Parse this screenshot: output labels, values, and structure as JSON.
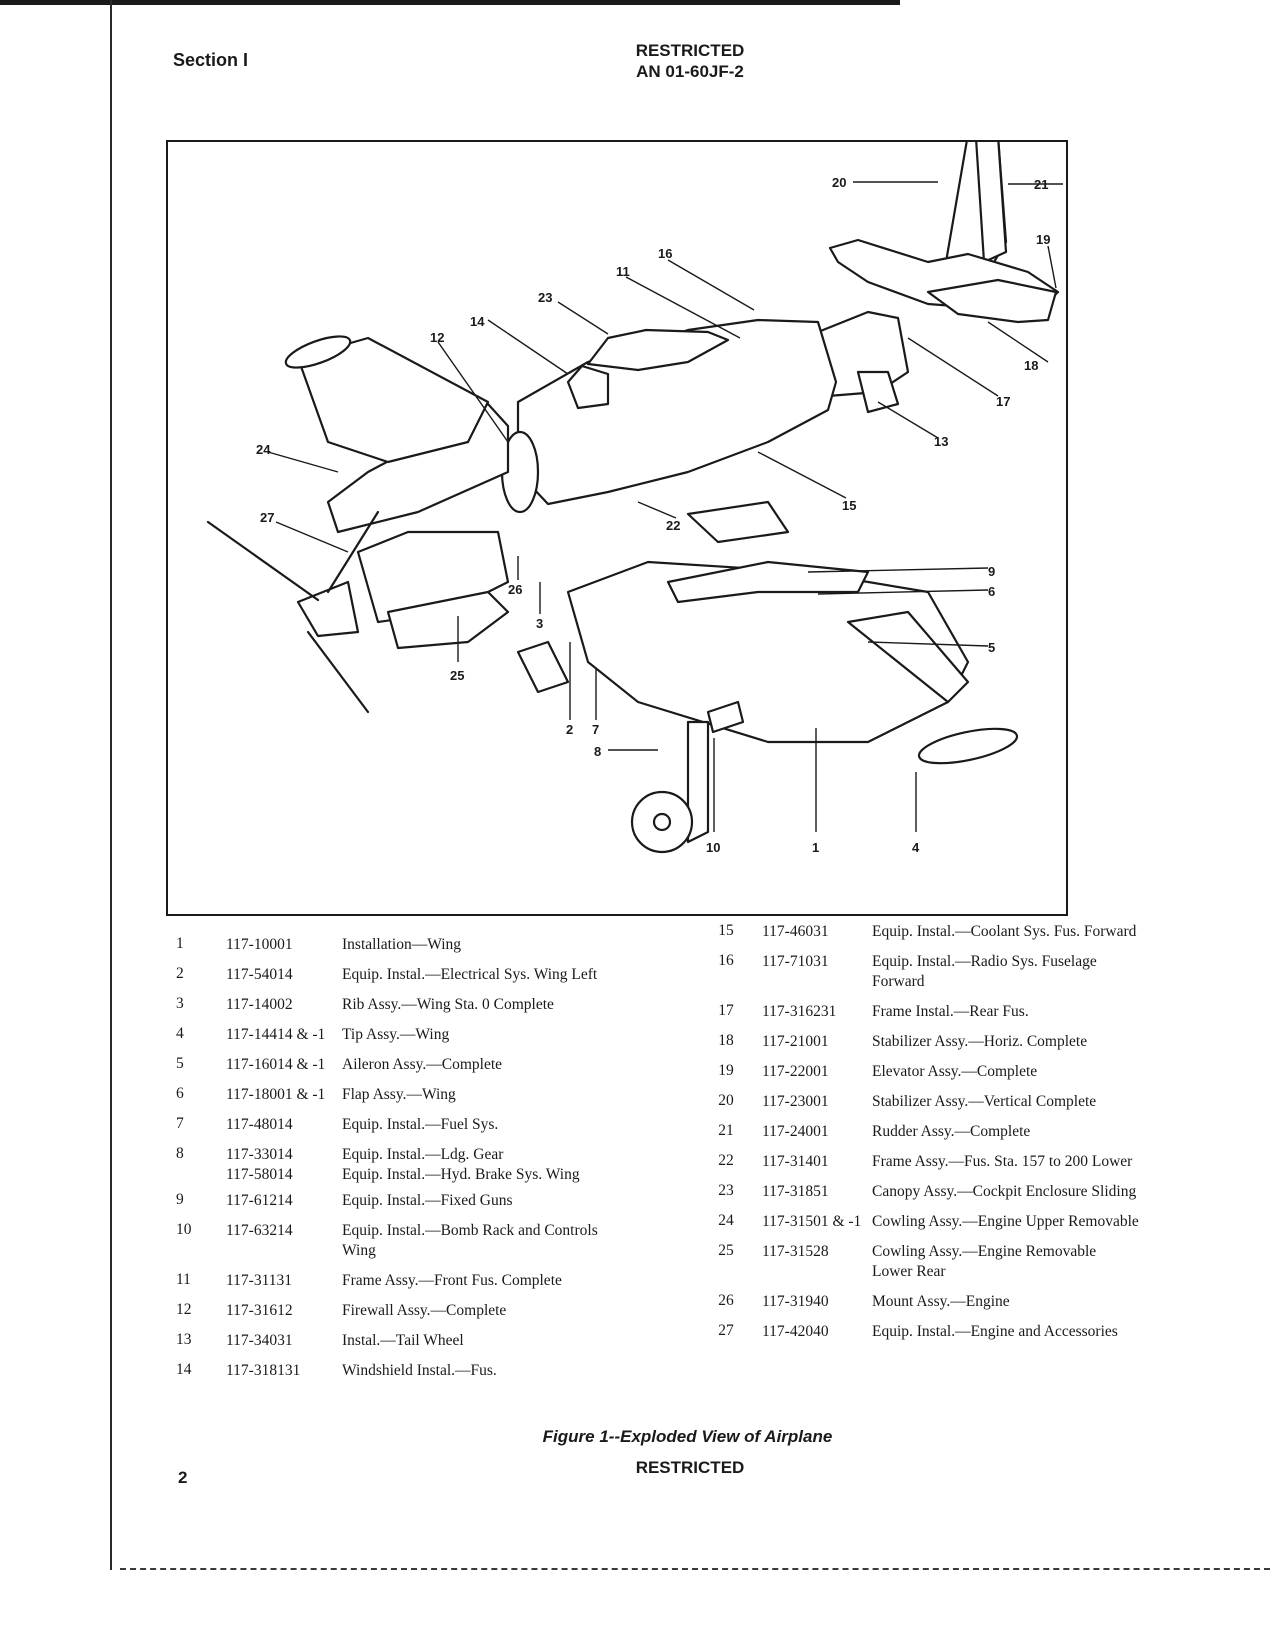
{
  "header": {
    "section": "Section I",
    "classification": "RESTRICTED",
    "doc_number": "AN 01-60JF-2"
  },
  "figure": {
    "callouts": [
      "20",
      "21",
      "19",
      "16",
      "11",
      "23",
      "14",
      "12",
      "18",
      "17",
      "13",
      "24",
      "15",
      "22",
      "27",
      "9",
      "6",
      "26",
      "3",
      "5",
      "25",
      "2",
      "7",
      "8",
      "10",
      "1",
      "4"
    ],
    "caption": "Figure 1--Exploded View of Airplane"
  },
  "parts_left": [
    {
      "num": "1",
      "part": "117-10001",
      "desc": "Installation—Wing"
    },
    {
      "num": "2",
      "part": "117-54014",
      "desc": "Equip. Instal.—Electrical Sys. Wing Left"
    },
    {
      "num": "3",
      "part": "117-14002",
      "desc": "Rib Assy.—Wing Sta. 0 Complete"
    },
    {
      "num": "4",
      "part": "117-14414 & -1",
      "desc": "Tip Assy.—Wing"
    },
    {
      "num": "5",
      "part": "117-16014 & -1",
      "desc": "Aileron Assy.—Complete"
    },
    {
      "num": "6",
      "part": "117-18001 & -1",
      "desc": "Flap Assy.—Wing"
    },
    {
      "num": "7",
      "part": "117-48014",
      "desc": "Equip. Instal.—Fuel Sys."
    },
    {
      "num": "8",
      "part": "117-33014\n117-58014",
      "desc": "Equip. Instal.—Ldg. Gear\nEquip. Instal.—Hyd. Brake Sys. Wing"
    },
    {
      "num": "9",
      "part": "117-61214",
      "desc": "Equip. Instal.—Fixed Guns"
    },
    {
      "num": "10",
      "part": "117-63214",
      "desc": "Equip. Instal.—Bomb Rack and Controls\n    Wing"
    },
    {
      "num": "11",
      "part": "117-31131",
      "desc": "Frame Assy.—Front Fus. Complete"
    },
    {
      "num": "12",
      "part": "117-31612",
      "desc": "Firewall Assy.—Complete"
    },
    {
      "num": "13",
      "part": "117-34031",
      "desc": "Instal.—Tail Wheel"
    },
    {
      "num": "14",
      "part": "117-318131",
      "desc": "Windshield Instal.—Fus."
    }
  ],
  "parts_right": [
    {
      "num": "15",
      "part": "117-46031",
      "desc": "Equip. Instal.—Coolant Sys. Fus. Forward"
    },
    {
      "num": "16",
      "part": "117-71031",
      "desc": "Equip. Instal.—Radio Sys. Fuselage\n    Forward"
    },
    {
      "num": "17",
      "part": "117-316231",
      "desc": "Frame Instal.—Rear Fus."
    },
    {
      "num": "18",
      "part": "117-21001",
      "desc": "Stabilizer Assy.—Horiz. Complete"
    },
    {
      "num": "19",
      "part": "117-22001",
      "desc": "Elevator Assy.—Complete"
    },
    {
      "num": "20",
      "part": "117-23001",
      "desc": "Stabilizer Assy.—Vertical Complete"
    },
    {
      "num": "21",
      "part": "117-24001",
      "desc": "Rudder Assy.—Complete"
    },
    {
      "num": "22",
      "part": "117-31401",
      "desc": "Frame Assy.—Fus. Sta. 157 to 200 Lower"
    },
    {
      "num": "23",
      "part": "117-31851",
      "desc": "Canopy Assy.—Cockpit Enclosure Sliding"
    },
    {
      "num": "24",
      "part": "117-31501 & -1",
      "desc": "Cowling Assy.—Engine Upper Removable"
    },
    {
      "num": "25",
      "part": "117-31528",
      "desc": "Cowling Assy.—Engine Removable\n    Lower Rear"
    },
    {
      "num": "26",
      "part": "117-31940",
      "desc": "Mount Assy.—Engine"
    },
    {
      "num": "27",
      "part": "117-42040",
      "desc": "Equip. Instal.—Engine and Accessories"
    }
  ],
  "footer": {
    "classification": "RESTRICTED",
    "page_number": "2"
  }
}
